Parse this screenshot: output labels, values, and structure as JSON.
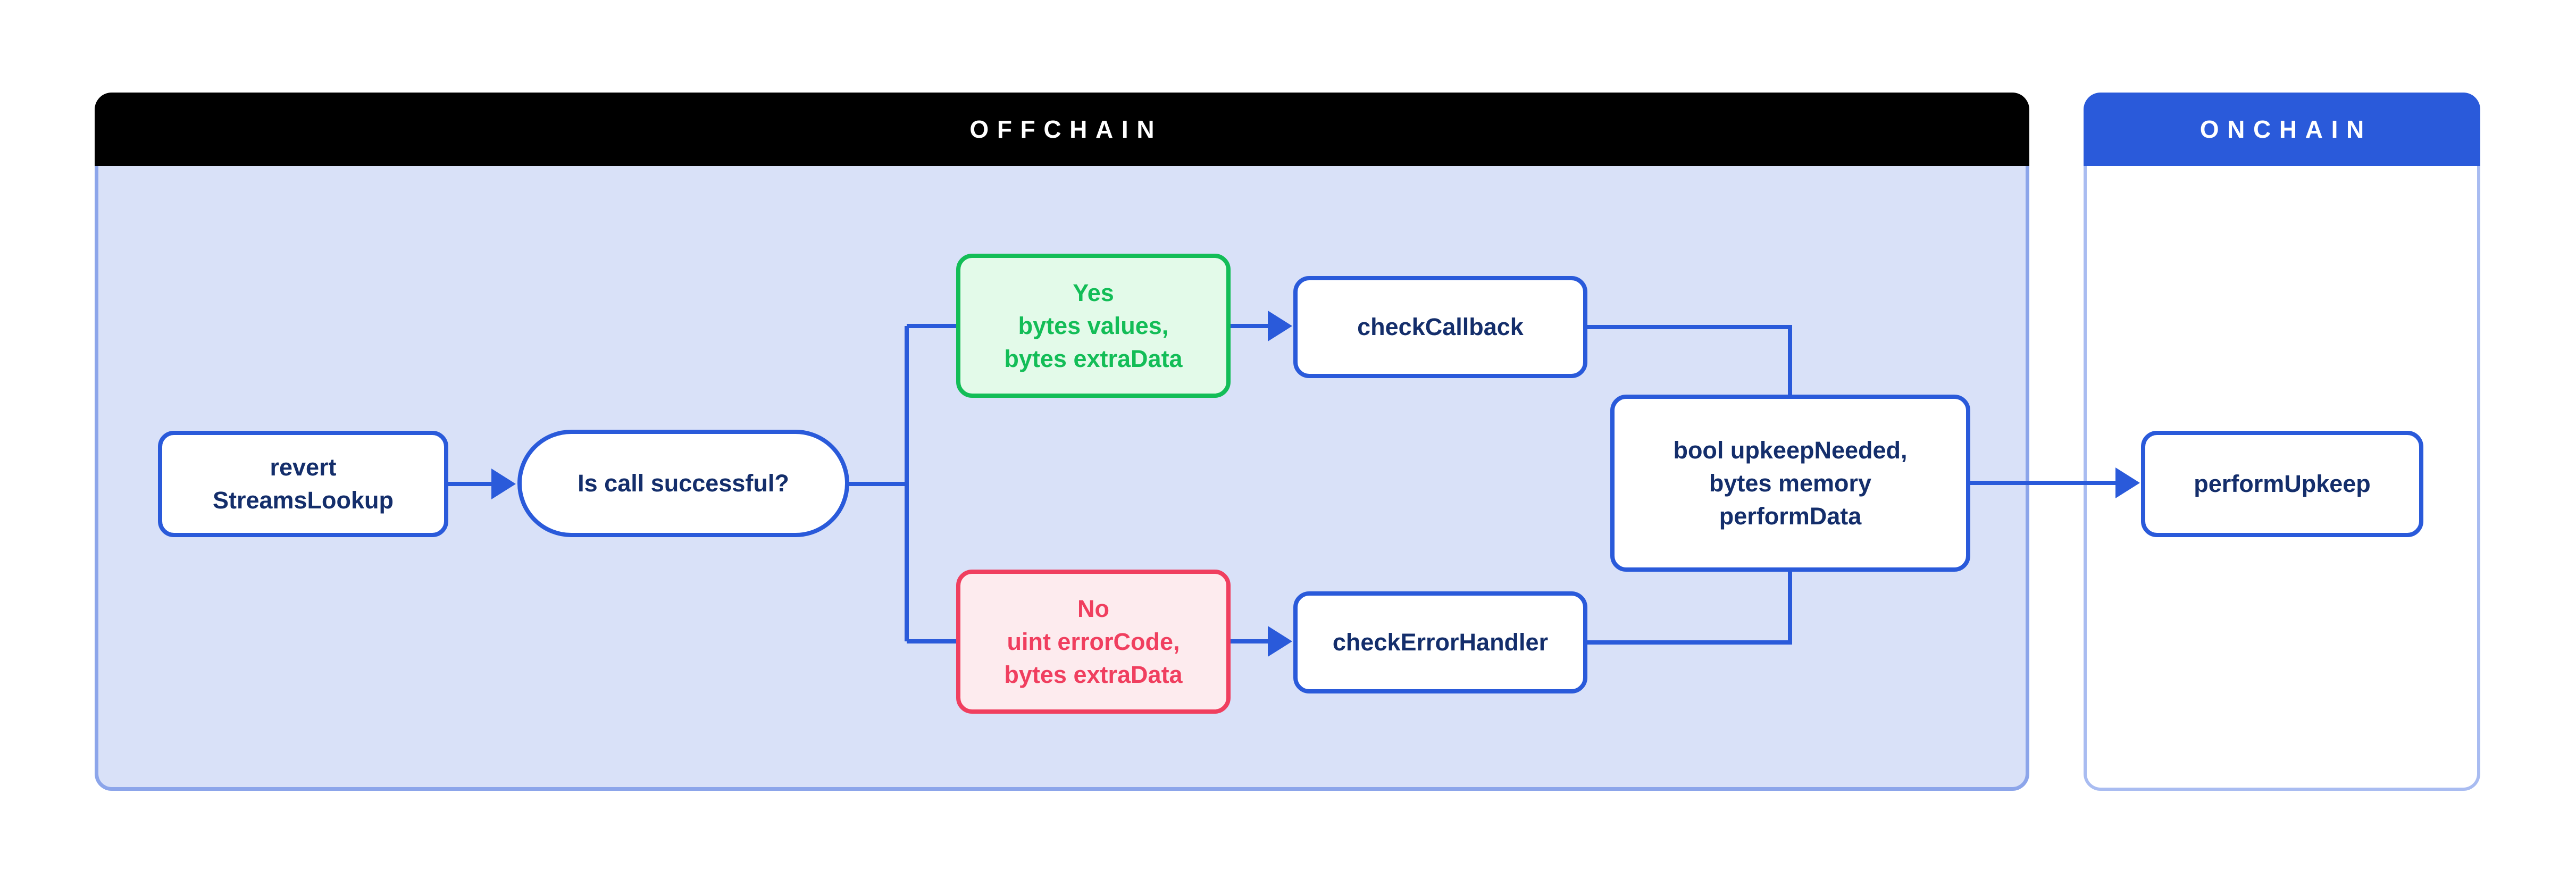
{
  "colors": {
    "blue": "#2a5ada",
    "navy": "#142e6b",
    "green": "#13bd57",
    "green-bg": "#e3fae9",
    "red": "#f03f5f",
    "red-bg": "#fdebee",
    "lavender": "#d9e1f8",
    "offchain-border": "#8ca5ea",
    "onchain-border": "#a9bcf1",
    "offchain-header-bg": "#000000",
    "header-text": "#ffffff"
  },
  "zones": {
    "offchain": {
      "label": "OFFCHAIN"
    },
    "onchain": {
      "label": "ONCHAIN"
    }
  },
  "nodes": {
    "revert": {
      "label": "revert\nStreamsLookup"
    },
    "question": {
      "label": "Is call successful?"
    },
    "yes": {
      "label": "Yes\nbytes values,\nbytes extraData"
    },
    "no": {
      "label": "No\nuint errorCode,\nbytes extraData"
    },
    "check_callback": {
      "label": "checkCallback"
    },
    "check_error_handler": {
      "label": "checkErrorHandler"
    },
    "result": {
      "label": "bool upkeepNeeded,\nbytes memory\nperformData"
    },
    "perform_upkeep": {
      "label": "performUpkeep"
    }
  }
}
